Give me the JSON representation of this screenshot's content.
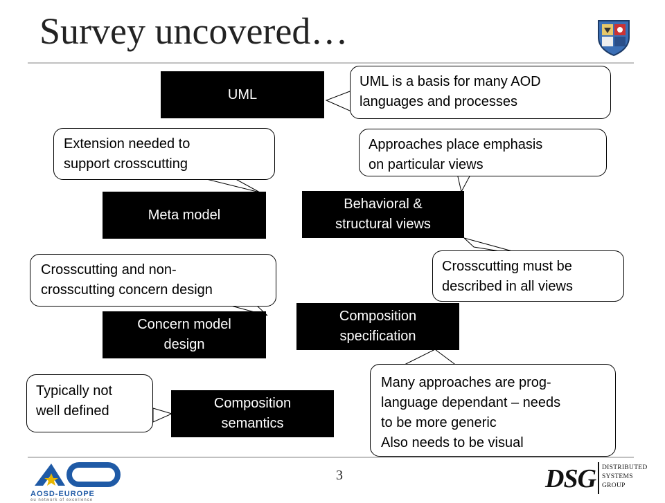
{
  "slide": {
    "title": "Survey uncovered…",
    "page_number": "3"
  },
  "boxes": {
    "uml": "UML",
    "meta_model": "Meta model",
    "behavioral": "Behavioral &\nstructural views",
    "composition_spec": "Composition\nspecification",
    "concern_model": "Concern model\ndesign",
    "composition_semantics": "Composition\nsemantics"
  },
  "callouts": {
    "uml_basis": "UML is a basis for many AOD\nlanguages and processes",
    "extension": "Extension needed to\nsupport crosscutting",
    "approaches": "Approaches place emphasis\non particular views",
    "crosscutting_non": "Crosscutting and non-\ncrosscutting concern design",
    "crosscutting_views": "Crosscutting must be\ndescribed in all views",
    "many_approaches": "Many approaches are prog-\nlanguage dependant – needs\nto be more generic\nAlso needs to be visual",
    "typically": "Typically not\nwell defined"
  },
  "logos": {
    "aosd_text": "AOSD-EUROPE",
    "aosd_tagline": "eu network of excellence",
    "dsg_text": "DSG",
    "dsg_caption_1": "DISTRIBUTED",
    "dsg_caption_2": "SYSTEMS",
    "dsg_caption_3": "GROUP"
  },
  "colors": {
    "box_fill": "#000000",
    "accent_blue": "#1f5aa6",
    "accent_gold": "#e8b600"
  }
}
